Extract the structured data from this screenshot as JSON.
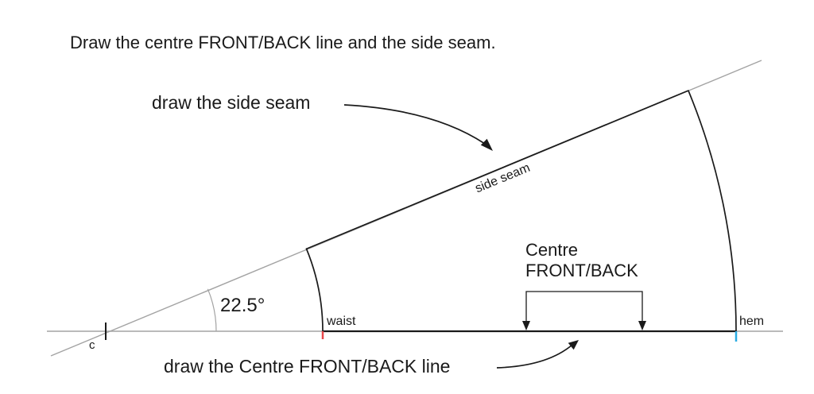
{
  "title": "Draw the centre FRONT/BACK line and the side seam.",
  "labels": {
    "side_seam_callout": "draw the side seam",
    "side_seam": "side seam",
    "angle": "22.5°",
    "waist": "waist",
    "hem": "hem",
    "c": "c",
    "centre_line1": "Centre",
    "centre_line2": "FRONT/BACK",
    "centre_callout": "draw the Centre FRONT/BACK line"
  },
  "diagram": {
    "angle_degrees": 22.5
  },
  "colors": {
    "ink": "#1a1a1a",
    "guide_gray": "#a3a3a3",
    "waist_tick_red": "#e8474a",
    "hem_tick_blue": "#29abe2",
    "background": "#ffffff"
  }
}
